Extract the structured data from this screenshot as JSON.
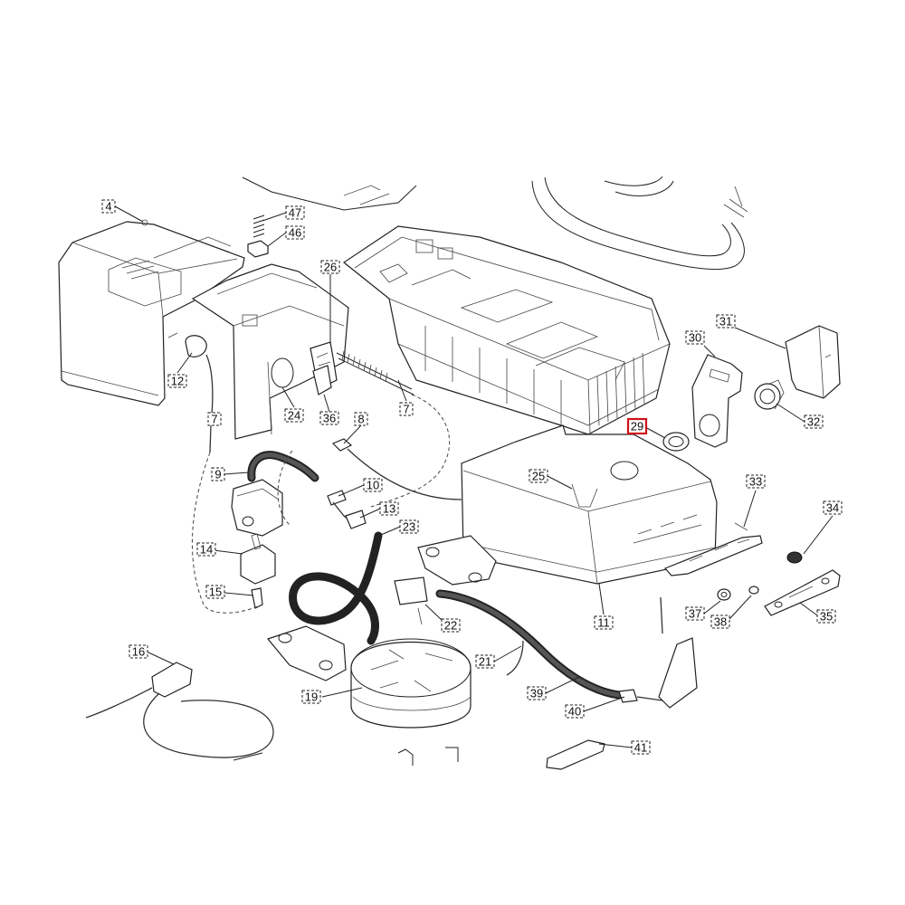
{
  "highlight_color": "#d0101a",
  "highlighted_part": "29",
  "labels": [
    {
      "id": "4",
      "text": "4"
    },
    {
      "id": "47",
      "text": "47"
    },
    {
      "id": "46",
      "text": "46"
    },
    {
      "id": "26",
      "text": "26"
    },
    {
      "id": "12",
      "text": "12"
    },
    {
      "id": "7a",
      "text": "7"
    },
    {
      "id": "24",
      "text": "24"
    },
    {
      "id": "36",
      "text": "36"
    },
    {
      "id": "8",
      "text": "8"
    },
    {
      "id": "7b",
      "text": "7"
    },
    {
      "id": "9",
      "text": "9"
    },
    {
      "id": "10",
      "text": "10"
    },
    {
      "id": "13",
      "text": "13"
    },
    {
      "id": "23",
      "text": "23"
    },
    {
      "id": "14",
      "text": "14"
    },
    {
      "id": "15",
      "text": "15"
    },
    {
      "id": "22",
      "text": "22"
    },
    {
      "id": "21",
      "text": "21"
    },
    {
      "id": "16",
      "text": "16"
    },
    {
      "id": "19",
      "text": "19"
    },
    {
      "id": "39",
      "text": "39"
    },
    {
      "id": "40",
      "text": "40"
    },
    {
      "id": "41",
      "text": "41"
    },
    {
      "id": "11",
      "text": "11"
    },
    {
      "id": "25",
      "text": "25"
    },
    {
      "id": "29",
      "text": "29"
    },
    {
      "id": "30",
      "text": "30"
    },
    {
      "id": "31",
      "text": "31"
    },
    {
      "id": "32",
      "text": "32"
    },
    {
      "id": "33",
      "text": "33"
    },
    {
      "id": "34",
      "text": "34"
    },
    {
      "id": "35",
      "text": "35"
    },
    {
      "id": "37",
      "text": "37"
    },
    {
      "id": "38",
      "text": "38"
    }
  ]
}
